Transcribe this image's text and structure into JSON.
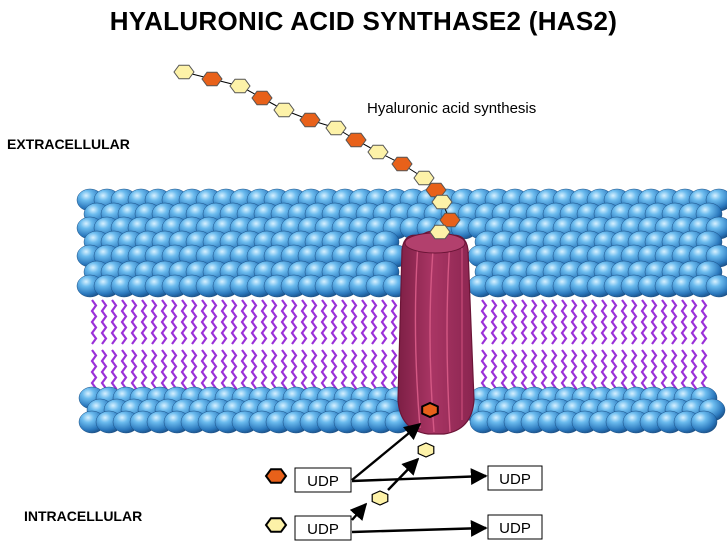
{
  "title": "HYALURONIC ACID SYNTHASE2 (HAS2)",
  "labels": {
    "extracellular": "EXTRACELLULAR",
    "intracellular": "INTRACELLULAR",
    "process": "Hyaluronic acid synthesis"
  },
  "udp_boxes": [
    {
      "label": "UDP",
      "role": "donor-glucuronic-acid"
    },
    {
      "label": "UDP",
      "role": "released-from-glucuronic-acid"
    },
    {
      "label": "UDP",
      "role": "donor-n-acetylglucosamine"
    },
    {
      "label": "UDP",
      "role": "released-from-n-acetylglucosamine"
    }
  ],
  "hyaluronan_chain": [
    "yellow",
    "orange",
    "yellow",
    "orange",
    "yellow",
    "orange",
    "yellow",
    "orange",
    "yellow",
    "orange",
    "yellow",
    "orange",
    "yellow",
    "orange",
    "yellow",
    "yellow"
  ],
  "colors": {
    "orange_sugar": "#e8611a",
    "yellow_sugar": "#fdf2a8",
    "membrane_head": "#3a8fd0",
    "lipid_tail": "#9b30d9",
    "enzyme": "#9c2f5a"
  }
}
